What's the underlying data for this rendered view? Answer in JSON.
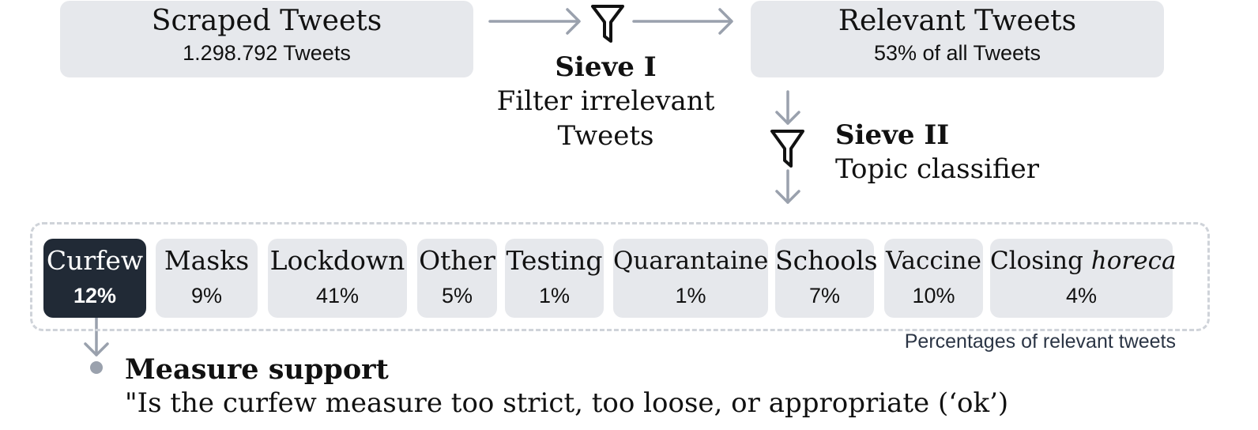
{
  "scraped": {
    "title": "Scraped Tweets",
    "count": "1.298.792 Tweets"
  },
  "relevant": {
    "title": "Relevant Tweets",
    "share": "53% of all Tweets"
  },
  "sieve1": {
    "title": "Sieve I",
    "desc_line1": "Filter irrelevant",
    "desc_line2": "Tweets"
  },
  "sieve2": {
    "title": "Sieve II",
    "desc": "Topic classifier"
  },
  "topics": [
    {
      "name": "Curfew",
      "pct": "12%"
    },
    {
      "name": "Masks",
      "pct": "9%"
    },
    {
      "name": "Lockdown",
      "pct": "41%"
    },
    {
      "name": "Other",
      "pct": "5%"
    },
    {
      "name": "Testing",
      "pct": "1%"
    },
    {
      "name": "Quarantaine",
      "pct": "1%"
    },
    {
      "name": "Schools",
      "pct": "7%"
    },
    {
      "name": "Vaccine",
      "pct": "10%"
    },
    {
      "name_prefix": "Closing ",
      "name_italic": "horeca",
      "pct": "4%"
    }
  ],
  "topics_note": "Percentages of relevant tweets",
  "measure": {
    "title": "Measure support",
    "question": "\"Is the curfew measure too strict, too loose, or appropriate (‘ok’)"
  },
  "colors": {
    "box_bg": "#e6e8ec",
    "active_bg": "#212a36",
    "arrow": "#9aa1ad"
  },
  "icons": [
    "funnel-icon",
    "arrow-right-icon",
    "arrow-down-icon",
    "bullet-dot-icon"
  ]
}
